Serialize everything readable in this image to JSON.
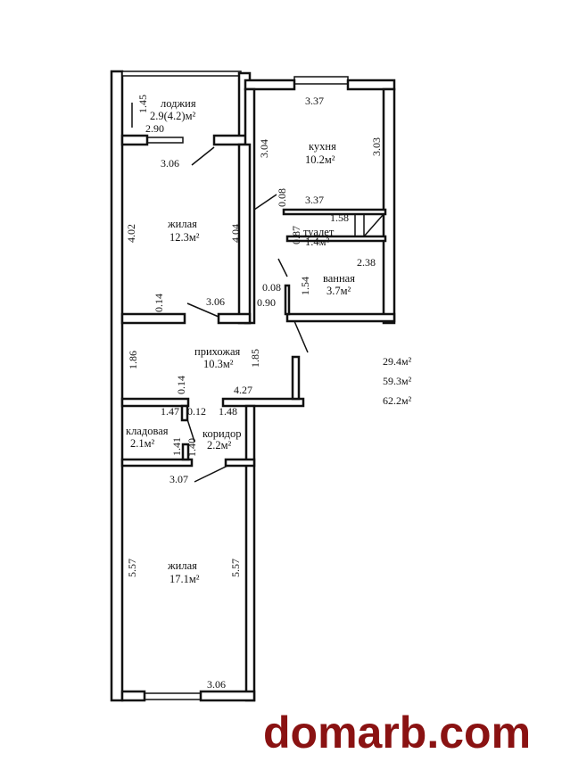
{
  "rooms": {
    "loggia": {
      "name": "лоджия",
      "area": "2.9(4.2)м²",
      "dims": [
        "1.45",
        "2.90"
      ]
    },
    "living1": {
      "name": "жилая",
      "area": "12.3м²",
      "dims": [
        "3.06",
        "4.02",
        "4.04",
        "3.06",
        "0.14"
      ]
    },
    "kitchen": {
      "name": "кухня",
      "area": "10.2м²",
      "dims": [
        "3.37",
        "3.04",
        "3.03",
        "3.37",
        "0.08"
      ]
    },
    "toilet": {
      "name": "туалет",
      "area": "1.4м²",
      "dims": [
        "1.58",
        "0.87",
        "2.38"
      ]
    },
    "bathroom": {
      "name": "ванная",
      "area": "3.7м²",
      "dims": [
        "1.54",
        "0.08",
        "0.90"
      ]
    },
    "hall": {
      "name": "прихожая",
      "area": "10.3м²",
      "dims": [
        "1.86",
        "1.85",
        "0.14",
        "4.27"
      ]
    },
    "storage": {
      "name": "кладовая",
      "area": "2.1м²",
      "dims": [
        "1.47",
        "0.12",
        "1.41"
      ]
    },
    "corridor": {
      "name": "коридор",
      "area": "2.2м²",
      "dims": [
        "1.48",
        "1.40",
        "3.07"
      ]
    },
    "living2": {
      "name": "жилая",
      "area": "17.1м²",
      "dims": [
        "5.57",
        "5.57",
        "3.06"
      ]
    }
  },
  "totals": [
    "29.4м²",
    "59.3м²",
    "62.2м²"
  ],
  "watermark": "domarb.com"
}
